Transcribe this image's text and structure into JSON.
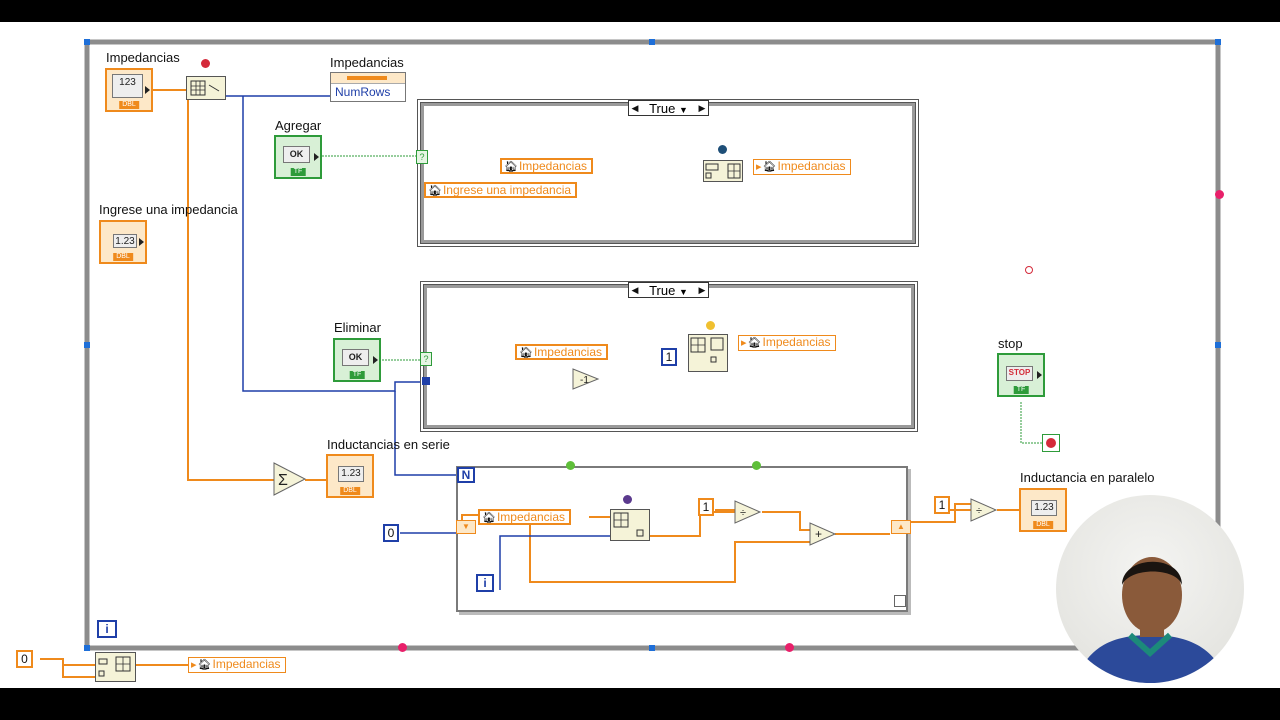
{
  "indicators": {
    "impedancias": {
      "label": "Impedancias",
      "value": "123",
      "tag": "DBL"
    },
    "inductancias_serie": {
      "label": "Inductancias en serie",
      "value": "1.23",
      "tag": "DBL"
    },
    "inductancia_paralelo": {
      "label": "Inductancia en paralelo",
      "value": "1.23",
      "tag": "DBL"
    }
  },
  "controls": {
    "ingrese": {
      "label": "Ingrese una impedancia",
      "value": "1.23",
      "tag": "DBL"
    },
    "agregar": {
      "label": "Agregar",
      "button": "OK",
      "tag": "TF"
    },
    "eliminar": {
      "label": "Eliminar",
      "button": "OK",
      "tag": "TF"
    },
    "stop": {
      "label": "stop",
      "button": "STOP",
      "tag": "TF"
    }
  },
  "property_node": {
    "title": "Impedancias",
    "property": "NumRows"
  },
  "case_structures": [
    {
      "selector": "True",
      "locals": [
        "Impedancias",
        "Ingrese una impedancia",
        "Impedancias"
      ]
    },
    {
      "selector": "True",
      "locals": [
        "Impedancias",
        "Impedancias"
      ]
    }
  ],
  "for_loop": {
    "count_terminal": "N",
    "iteration_terminal": "i",
    "local": "Impedancias"
  },
  "while_loop": {
    "iteration_terminal": "i"
  },
  "constants": {
    "zero_left": "0",
    "zero_loop": "0",
    "one_delete": "1",
    "one_divide": "1",
    "one_outer": "1"
  },
  "bottom_local": "Impedancias",
  "colors": {
    "numeric_wire": "#ef8a1c",
    "int_wire": "#1f3fa8",
    "bool_wire": "#2e9b3a",
    "loop_border": "#8c8c8c"
  }
}
